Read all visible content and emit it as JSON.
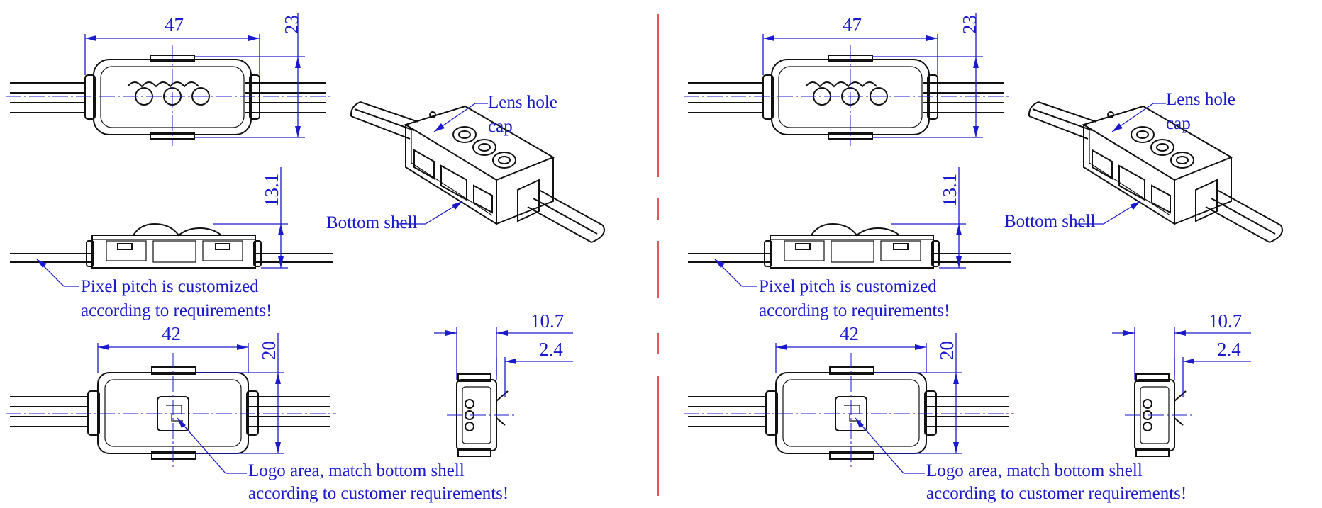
{
  "colors": {
    "annotation": "#1a1acc",
    "separator": "#d81f1f",
    "outline": "#111111"
  },
  "panels": [
    {
      "id": "left",
      "dims": {
        "top_width": "47",
        "top_height": "23",
        "side_height": "13.1",
        "bottom_width": "42",
        "bottom_height": "20",
        "end_depth": "10.7",
        "end_offset": "2.4"
      },
      "labels": {
        "lens_line1": "Lens hole",
        "lens_line2": "cap",
        "bottom_shell": "Bottom shell",
        "pitch_line1": "Pixel pitch is customized",
        "pitch_line2": "according to requirements!",
        "logo_line1": "Logo area, match bottom shell",
        "logo_line2": "according to customer requirements!"
      }
    },
    {
      "id": "right",
      "dims": {
        "top_width": "47",
        "top_height": "23",
        "side_height": "13.1",
        "bottom_width": "42",
        "bottom_height": "20",
        "end_depth": "10.7",
        "end_offset": "2.4"
      },
      "labels": {
        "lens_line1": "Lens hole",
        "lens_line2": "cap",
        "bottom_shell": "Bottom shell",
        "pitch_line1": "Pixel pitch is customized",
        "pitch_line2": "according to requirements!",
        "logo_line1": "Logo area, match bottom shell",
        "logo_line2": "according to customer requirements!"
      }
    }
  ]
}
